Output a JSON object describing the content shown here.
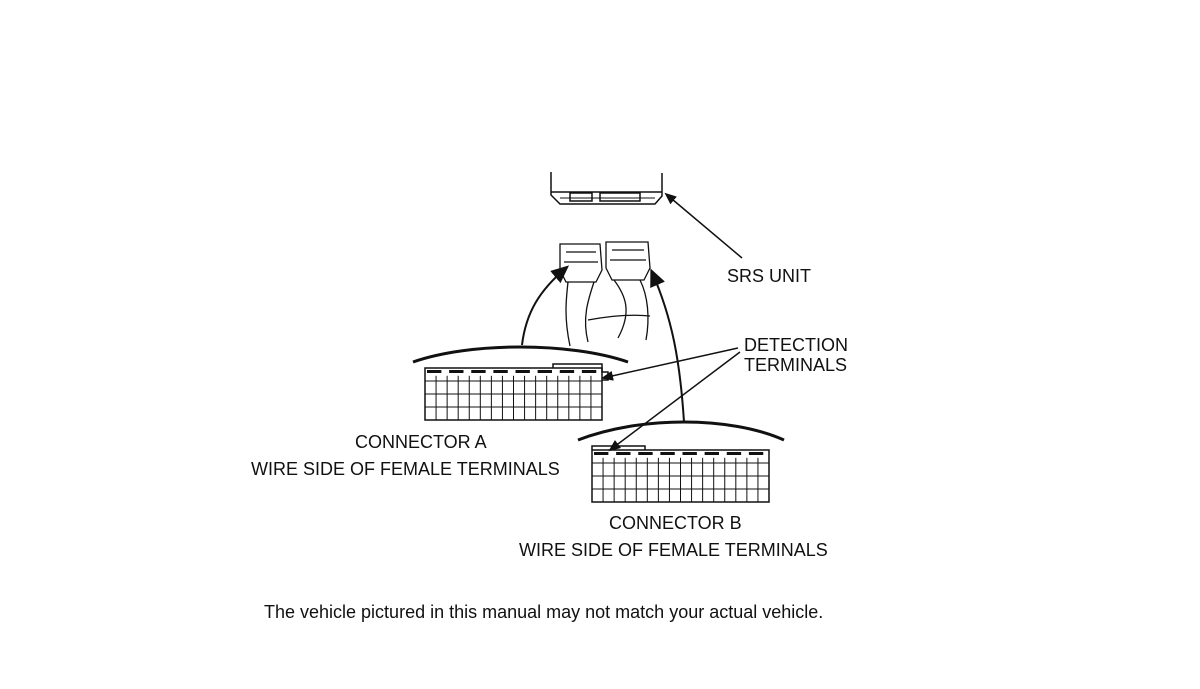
{
  "labels": {
    "srs_unit": "SRS UNIT",
    "detection_terminals_line1": "DETECTION",
    "detection_terminals_line2": "TERMINALS",
    "connector_a": "CONNECTOR A",
    "connector_a_sub": "WIRE SIDE OF FEMALE TERMINALS",
    "connector_b": "CONNECTOR B",
    "connector_b_sub": "WIRE SIDE OF FEMALE TERMINALS"
  },
  "footer": {
    "note": "The vehicle pictured in this manual may not match your actual vehicle."
  },
  "colors": {
    "line": "#111111",
    "background": "#ffffff"
  }
}
